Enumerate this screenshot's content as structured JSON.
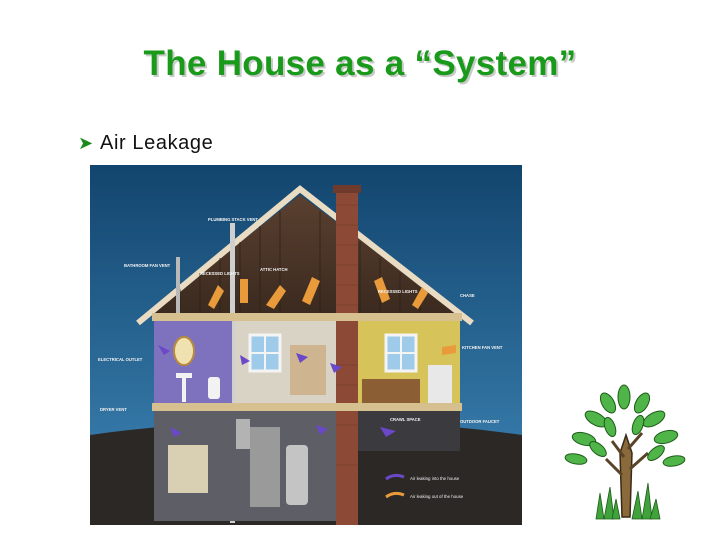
{
  "slide": {
    "title": "The House as a “System”",
    "bullet": "Air Leakage"
  },
  "diagram": {
    "labels": {
      "plumbing_stack_vent": "PLUMBING STACK VENT",
      "bathroom_fan_vent": "BATHROOM FAN VENT",
      "recessed_lights_left": "RECESSED LIGHTS",
      "attic_hatch": "ATTIC HATCH",
      "recessed_lights_right": "RECESSED LIGHTS",
      "chase": "CHASE",
      "electrical_outlet": "ELECTRICAL OUTLET",
      "kitchen_fan_vent": "KITCHEN FAN VENT",
      "dryer_vent": "DRYER VENT",
      "crawl_space": "CRAWL SPACE",
      "outdoor_faucet": "OUTDOOR FAUCET"
    },
    "legend": {
      "in": "Air leaking into the house",
      "out": "Air leaking out of the house"
    }
  },
  "colors": {
    "title": "#1a9a1a",
    "sky": "#1c5a8c",
    "roof": "#4a3426",
    "ground": "#2d2a28",
    "arrow_in": "#6a48c8",
    "arrow_out": "#e99a3a"
  },
  "icons": [
    "arrow-bullet-icon",
    "tree-icon"
  ]
}
